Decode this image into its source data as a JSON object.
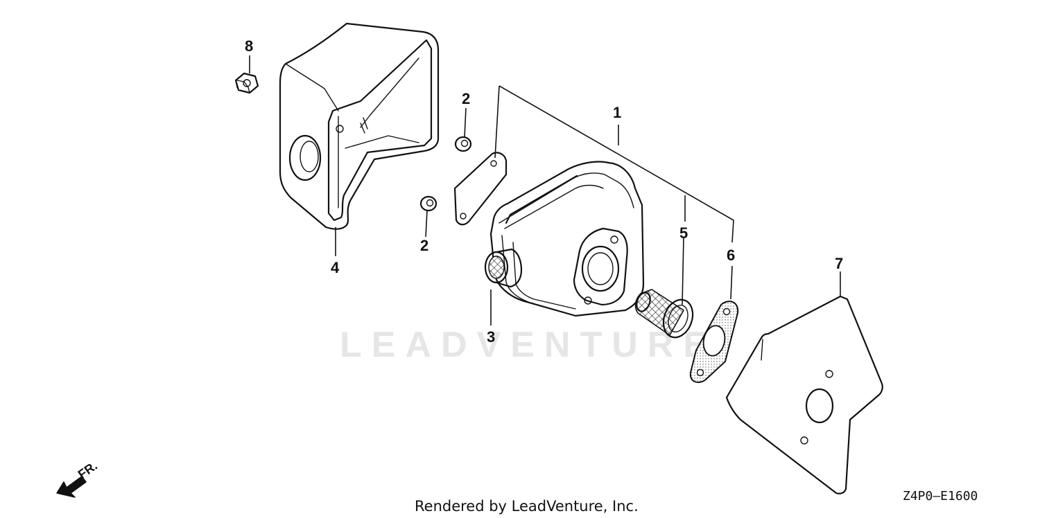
{
  "diagram": {
    "watermark": "LEADVENTURE",
    "footer_credit": "Rendered by LeadVenture, Inc.",
    "diagram_code": "Z4P0—E1600",
    "direction_label": "FR.",
    "callouts": {
      "c1": "1",
      "c2a": "2",
      "c2b": "2",
      "c3": "3",
      "c4": "4",
      "c5": "5",
      "c6": "6",
      "c7": "7",
      "c8": "8"
    }
  }
}
